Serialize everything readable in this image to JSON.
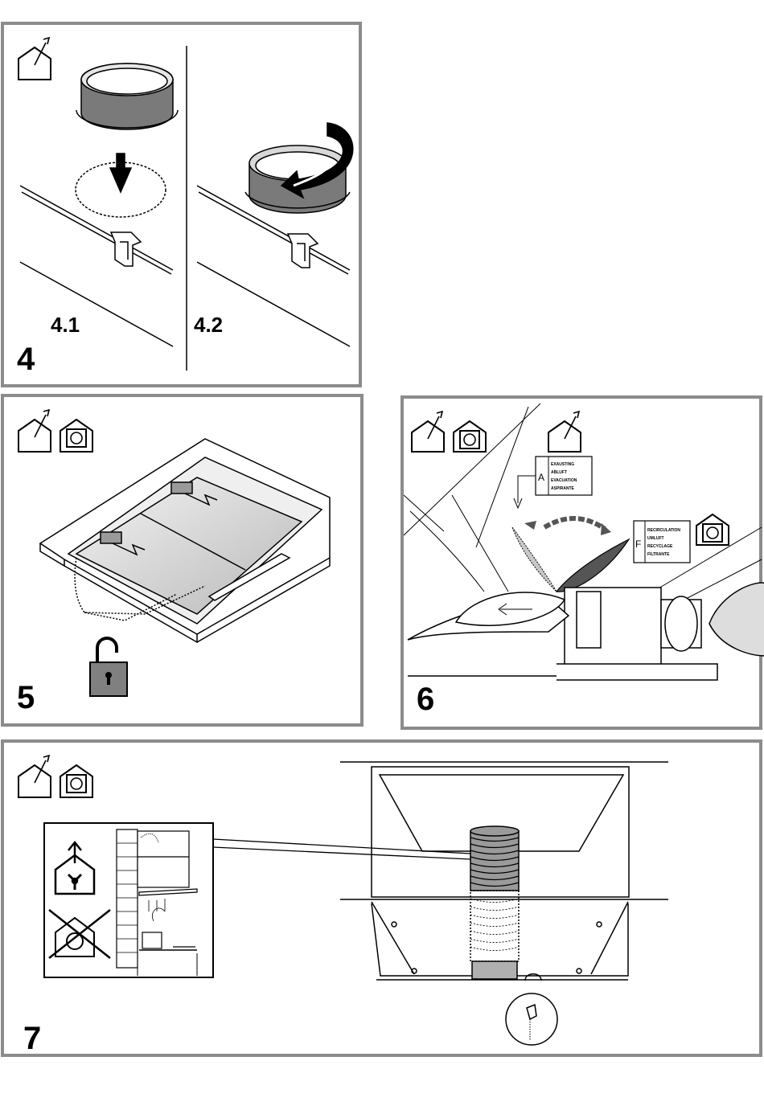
{
  "panel4": {
    "step": "4",
    "sub1": "4.1",
    "sub2": "4.2"
  },
  "panel5": {
    "step": "5"
  },
  "panel6": {
    "step": "6",
    "label_a": {
      "letter": "A",
      "lines": [
        "EXAUSTING",
        "ABLUFT",
        "EVACUATION",
        "ASPIRANTE"
      ]
    },
    "label_f": {
      "letter": "F",
      "lines": [
        "RECIRCULATION",
        "UMLUFT",
        "RECYCLAGE",
        "FILTRANTE"
      ]
    }
  },
  "panel7": {
    "step": "7"
  },
  "icons": [
    "house-extraction-icon",
    "house-recirculation-icon",
    "padlock-open-icon"
  ],
  "colors": {
    "border": "#8c8c8c",
    "shade": "#7a7a7a",
    "light_shade": "#c8c8c8"
  }
}
